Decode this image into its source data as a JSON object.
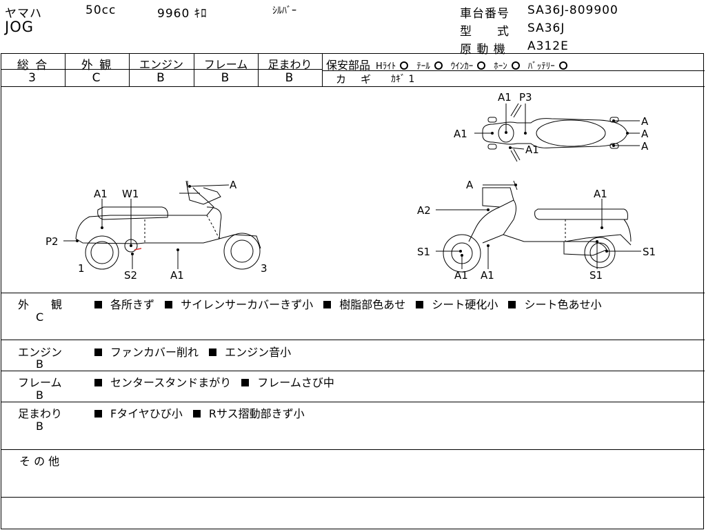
{
  "header": {
    "maker": "ヤマハ",
    "displacement": "50cc",
    "mileage": "9960 ｷﾛ",
    "color": "ｼﾙﾊﾞｰ",
    "model": "JOG",
    "frame_no_label": "車台番号",
    "frame_no": "SA36J-809900",
    "type_label": "型　　式",
    "type": "SA36J",
    "engine_label": "原 動 機",
    "engine": "A312E"
  },
  "grades": [
    {
      "label": "総 合",
      "value": "3"
    },
    {
      "label": "外 観",
      "value": "C"
    },
    {
      "label": "エンジン",
      "value": "B"
    },
    {
      "label": "フレーム",
      "value": "B"
    },
    {
      "label": "足まわり",
      "value": "B"
    }
  ],
  "safety": {
    "label": "保安部品",
    "items": [
      "Hﾗｲﾄ",
      "ﾃｰﾙ",
      "ｳｲﾝｶｰ",
      "ﾎｰﾝ",
      "ﾊﾞｯﾃﾘｰ"
    ],
    "key_label": "カ　ギ",
    "key_value": "ｶｷﾞ 1"
  },
  "diagram_labels": {
    "top": [
      "A1",
      "P3",
      "A1",
      "A1",
      "A",
      "A",
      "A"
    ],
    "left": [
      "A",
      "A1",
      "W1",
      "P2",
      "1",
      "S2",
      "A1",
      "3"
    ],
    "right": [
      "A",
      "A1",
      "A2",
      "S1",
      "S1",
      "A1",
      "A1",
      "S1"
    ]
  },
  "notes": [
    {
      "label": "外　　観",
      "grade": "C",
      "items": [
        "各所きず",
        "サイレンサーカバーきず小",
        "樹脂部色あせ",
        "シート硬化小",
        "シート色あせ小"
      ]
    },
    {
      "label": "エンジン",
      "grade": "B",
      "items": [
        "ファンカバー削れ",
        "エンジン音小"
      ]
    },
    {
      "label": "フレーム",
      "grade": "B",
      "items": [
        "センタースタンドまがり",
        "フレームさび中"
      ]
    },
    {
      "label": "足まわり",
      "grade": "B",
      "items": [
        "Fタイヤひび小",
        "Rサス摺動部きず小"
      ]
    },
    {
      "label": "そ の 他",
      "grade": "",
      "items": []
    }
  ]
}
